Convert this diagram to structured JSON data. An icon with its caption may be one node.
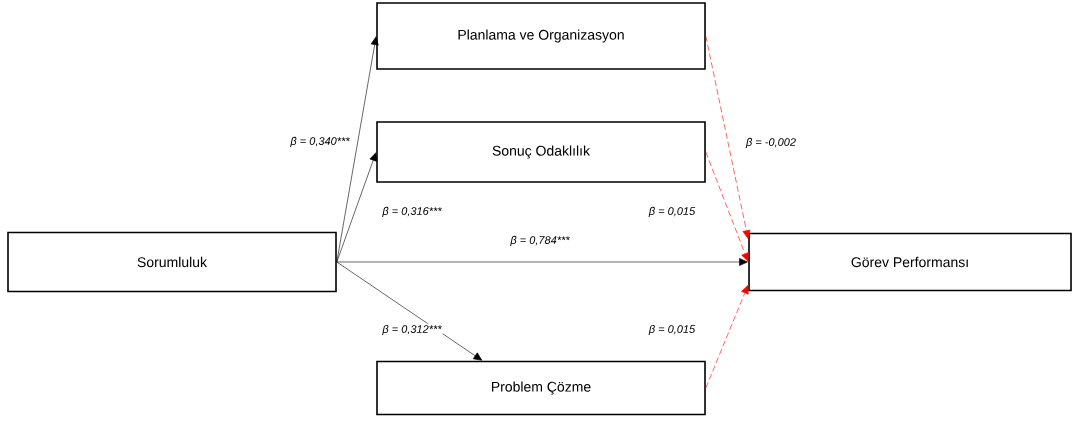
{
  "diagram": {
    "nodes": [
      {
        "text": [
          "Planlama ve Organizasyon"
        ]
      },
      {
        "text": [
          "Sonuç Odaklılık"
        ]
      },
      {
        "text": [
          "Sorumluluk"
        ]
      },
      {
        "text": [
          "Görev Performansı"
        ]
      },
      {
        "text": [
          "Problem Çözme"
        ]
      }
    ],
    "edges": [
      {
        "from": 2,
        "to": 0,
        "arrow": "to",
        "label": "β = 0,340***"
      },
      {
        "from": 2,
        "to": 1,
        "arrow": "to",
        "label": "β = 0,316***"
      },
      {
        "from": 2,
        "to": 3,
        "arrow": "to",
        "label": "β = 0,784***"
      },
      {
        "from": 2,
        "to": 4,
        "arrow": "to",
        "label": "β = 0,312***"
      },
      {
        "from": 0,
        "to": 3,
        "arrow": "to",
        "style": "dashed",
        "color": "#ff0000",
        "label": "β = -0,002"
      },
      {
        "from": 1,
        "to": 3,
        "arrow": "to",
        "style": "dashed",
        "color": "#ff0000",
        "label": "β = 0,015"
      },
      {
        "from": 4,
        "to": 3,
        "arrow": "to",
        "style": "dashed",
        "color": "#ff0000",
        "label": "β = 0,015"
      }
    ]
  }
}
